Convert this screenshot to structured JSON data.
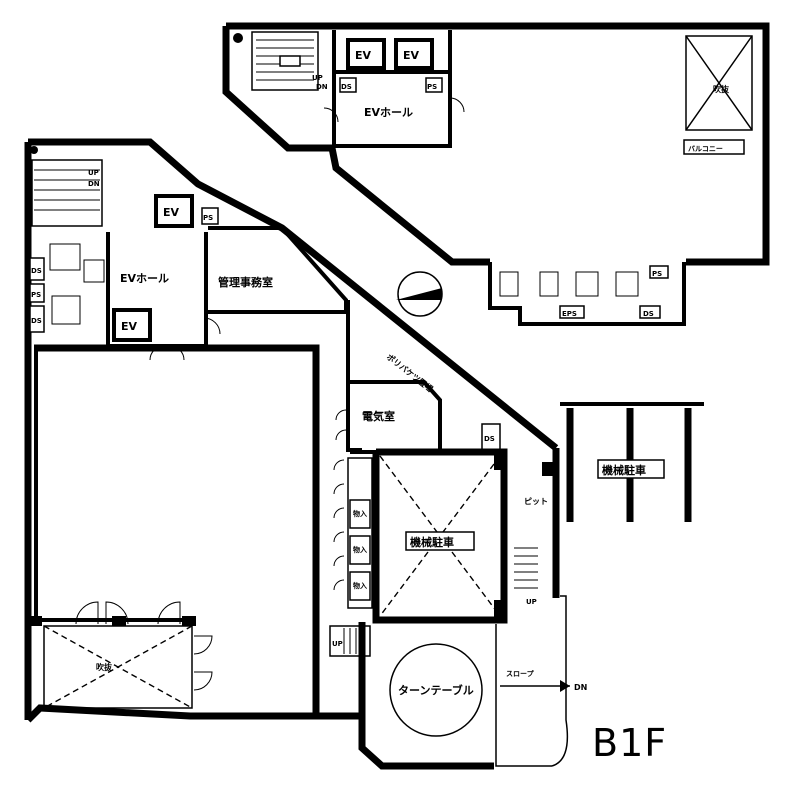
{
  "floor": "B1F",
  "labels": {
    "fukinuke": "吹抜",
    "balcony": "バルコニー",
    "ev": "EV",
    "ev_hall": "EVホール",
    "ds": "DS",
    "ps": "PS",
    "eps": "EPS",
    "up": "UP",
    "dn": "DN",
    "kanri": "管理事務室",
    "poly": "ポリバケツ置場",
    "denki": "電気室",
    "kikai": "機械駐車",
    "pit": "ピット",
    "mono": "物入",
    "turntable": "ターンテーブル",
    "slope": "スロープ"
  }
}
